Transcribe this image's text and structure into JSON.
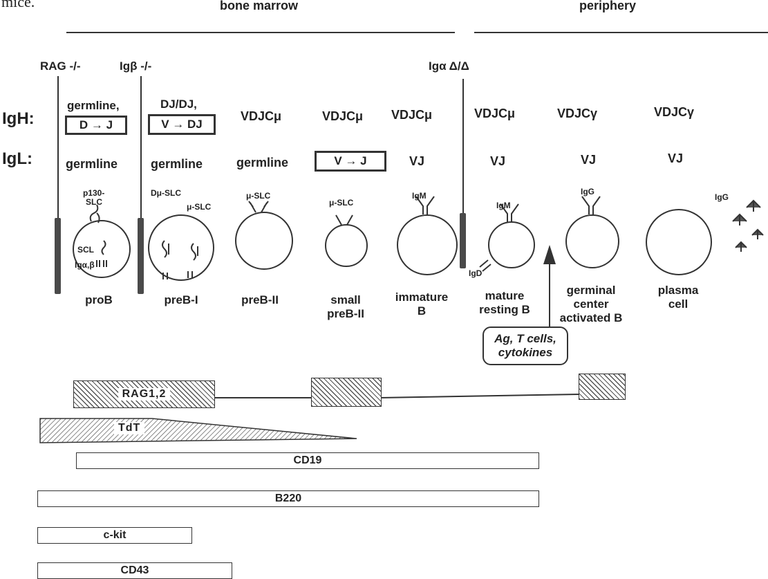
{
  "caption_fragment": "mice.",
  "regions": {
    "bone_marrow": "bone marrow",
    "periphery": "periphery"
  },
  "knockouts": {
    "rag": "RAG -/-",
    "igb": "Igβ -/-",
    "iga": "Igα Δ/Δ"
  },
  "row_labels": {
    "igh": "IgH:",
    "igl": "IgL:"
  },
  "igh": {
    "prob_line1": "germline,",
    "prob_box": "D → J",
    "preb1_line1": "DJ/DJ,",
    "preb1_box": "V → DJ",
    "preb2": "VDJCμ",
    "small": "VDJCμ",
    "immature": "VDJCμ",
    "mature": "VDJCμ",
    "germinal": "VDJCγ",
    "plasma": "VDJCγ"
  },
  "igl": {
    "prob": "germline",
    "preb1": "germline",
    "preb2": "germline",
    "small_box": "V → J",
    "immature": "VJ",
    "mature": "VJ",
    "germinal": "VJ",
    "plasma": "VJ"
  },
  "receptor_labels": {
    "p130": "p130-",
    "slc": "SLC",
    "scl": "SCL",
    "igab": "Igα,β",
    "du_slc": "Dμ-SLC",
    "mu_slc": "μ-SLC",
    "mu_slc_2": "μ-SLC",
    "mu_slc_3": "μ-SLC",
    "igm_imm": "IgM",
    "igm_mat": "IgM",
    "igd": "IgD",
    "igg_gc": "IgG",
    "igg_pl": "IgG"
  },
  "stages": {
    "prob": "proB",
    "preb1": "preB-I",
    "preb2": "preB-II",
    "small_1": "small",
    "small_2": "preB-II",
    "immature_1": "immature",
    "immature_2": "B",
    "mature_1": "mature",
    "mature_2": "resting B",
    "germinal_1": "germinal",
    "germinal_2": "center",
    "germinal_3": "activated B",
    "plasma_1": "plasma",
    "plasma_2": "cell"
  },
  "callout": {
    "line1": "Ag, T cells,",
    "line2": "cytokines"
  },
  "markers": {
    "rag": "RAG1,2",
    "tdt": "TdT",
    "cd19": "CD19",
    "b220": "B220",
    "ckit": "c-kit",
    "cd43": "CD43"
  }
}
